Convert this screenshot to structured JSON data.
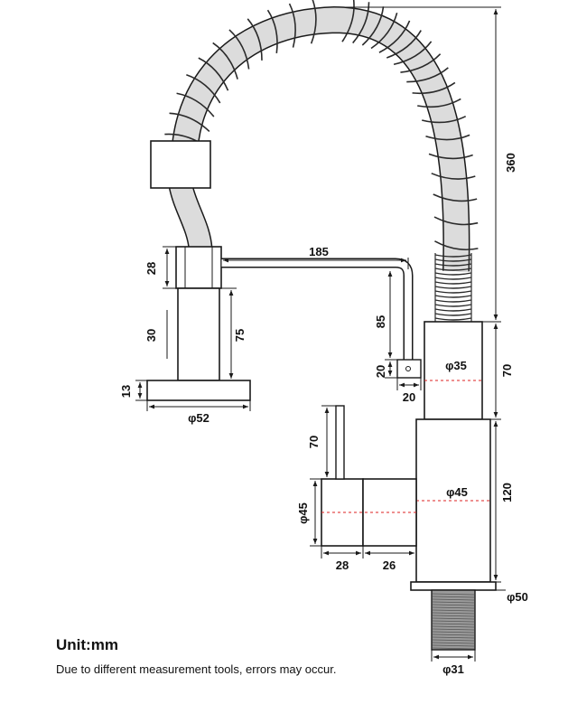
{
  "dimensions": {
    "total_height": "360",
    "handle_length": "185",
    "spout_drop": "85",
    "outlet_height": "20",
    "outlet_width": "20",
    "holder_top_height": "28",
    "holder_side_height": "30",
    "holder_stem_height": "75",
    "base_plate_height": "13",
    "base_plate_diameter": "φ52",
    "upper_body_diameter": "φ35",
    "upper_body_height": "70",
    "lower_body_diameter": "φ45",
    "lower_body_height": "120",
    "lever_height": "70",
    "side_block_diameter": "φ45",
    "side_block_width": "28",
    "side_neck_width": "26",
    "mount_plate_diameter": "φ50",
    "thread_diameter": "φ31"
  },
  "footer": {
    "unit": "Unit:mm",
    "note": "Due to different measurement tools, errors may occur."
  },
  "colors": {
    "line": "#1a1a1a",
    "hose": "#dcdcdc",
    "spring": "#2a2a2a",
    "thread": "#9a9a9a"
  }
}
